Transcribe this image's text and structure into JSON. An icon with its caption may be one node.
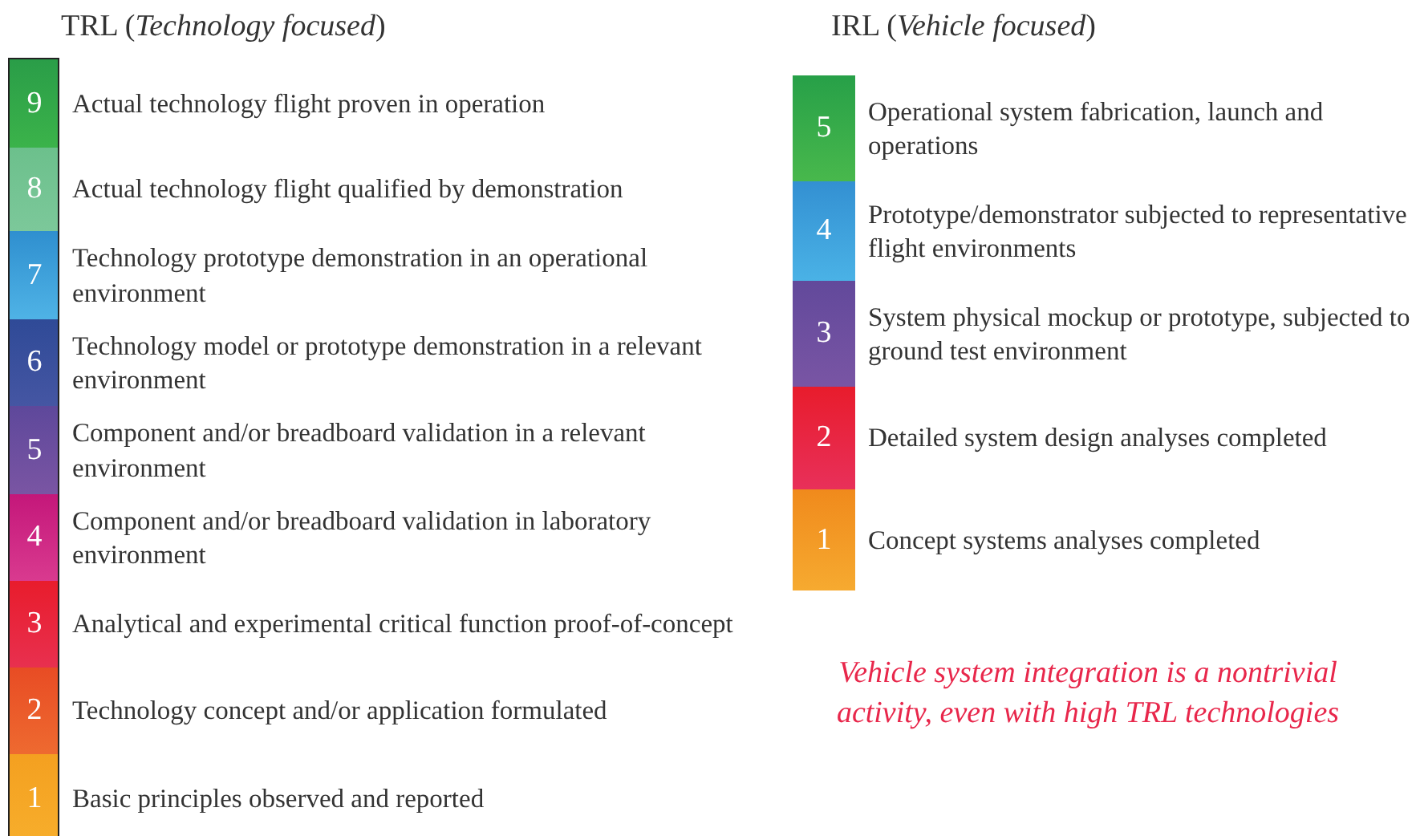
{
  "diagram": {
    "nodes": [
      {
        "text": [
          "9"
        ],
        "beside": [
          "Actual technology flight proven in operation"
        ]
      },
      {
        "text": [
          "8"
        ],
        "beside": [
          "Actual technology flight qualified by demonstration"
        ]
      },
      {
        "text": [
          "7"
        ],
        "beside": [
          "Technology prototype demonstration in an operational environment"
        ]
      },
      {
        "text": [
          "6"
        ],
        "beside": [
          "Technology model or prototype demonstration in a relevant environment"
        ]
      },
      {
        "text": [
          "5"
        ],
        "beside": [
          "Component and/or breadboard validation in a relevant environment"
        ]
      },
      {
        "text": [
          "4"
        ],
        "beside": [
          "Component and/or breadboard validation in laboratory environment"
        ]
      },
      {
        "text": [
          "3"
        ],
        "beside": [
          "Analytical and experimental critical function proof-of-concept"
        ]
      },
      {
        "text": [
          "2"
        ],
        "beside": [
          "Technology concept and/or application formulated"
        ]
      },
      {
        "text": [
          "1"
        ],
        "beside": [
          "Basic principles observed and reported"
        ]
      },
      {
        "text": [
          "5"
        ],
        "beside": [
          "Operational system fabrication, launch and operations"
        ]
      },
      {
        "text": [
          "4"
        ],
        "beside": [
          "Prototype/demonstrator subjected to representative flight environments"
        ]
      },
      {
        "text": [
          "3"
        ],
        "beside": [
          "System physical mockup or prototype, subjected to ground test environment"
        ]
      },
      {
        "text": [
          "2"
        ],
        "beside": [
          "Detailed system design analyses completed"
        ]
      },
      {
        "text": [
          "1"
        ],
        "beside": [
          "Concept systems analyses completed"
        ]
      }
    ],
    "labels": [
      "TRL (*Technology focused*)",
      "IRL (*Vehicle focused*)",
      "Vehicle system integration is a nontrivial activity, even with high TRL technologies"
    ]
  }
}
